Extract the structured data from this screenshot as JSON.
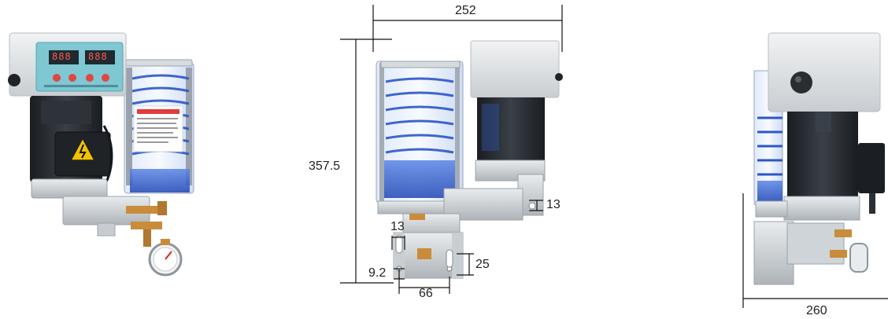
{
  "dimensions": {
    "top_width": "252",
    "height": "357.5",
    "bracket_slot": "13",
    "foot_slot_width": "13",
    "foot_slot_height": "25",
    "foot_offset": "9.2",
    "foot_spacing": "66",
    "side_depth": "260"
  },
  "panel": {
    "display_left": "888",
    "display_right": "888"
  },
  "colors": {
    "reservoir_blue": "#2c57c9",
    "body_dark": "#262b31",
    "casing_light": "#e3e6e8",
    "panel_teal": "#7fc7d2",
    "warning_yellow": "#f2c200",
    "brass": "#c98c3a",
    "dimension_line": "#111111"
  }
}
